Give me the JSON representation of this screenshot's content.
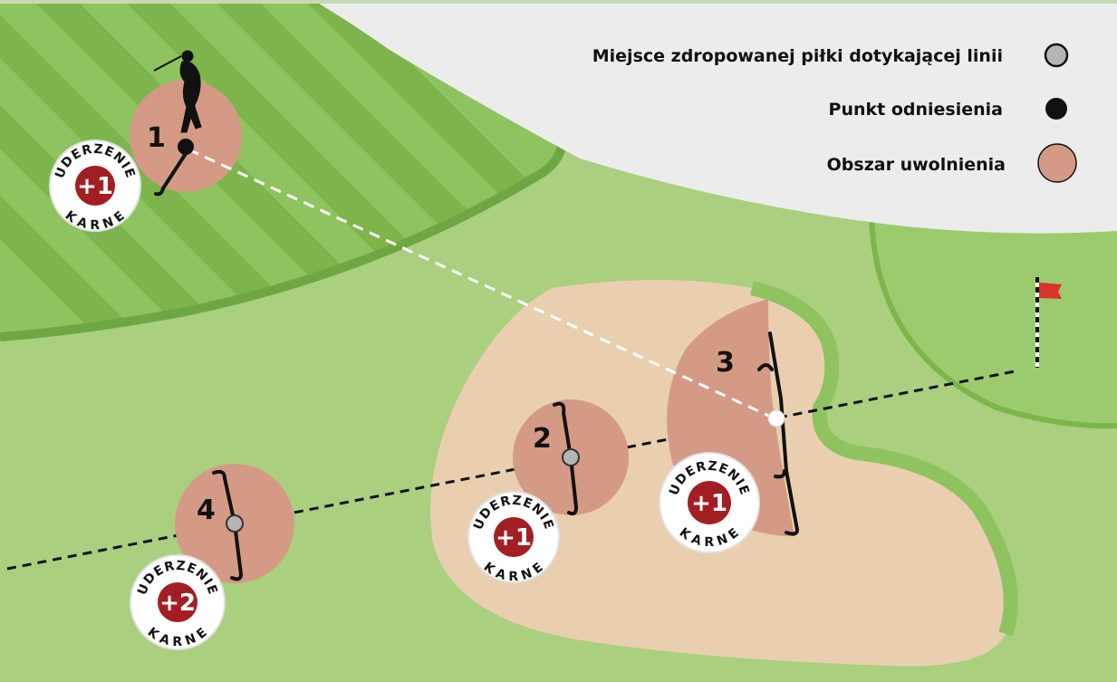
{
  "legend": {
    "dropped_ball_label": "Miejsce zdropowanej piłki dotykającej linii",
    "reference_point_label": "Punkt odniesienia",
    "relief_area_label": "Obszar uwolnienia"
  },
  "options": [
    {
      "number": "1",
      "penalty_top": "UDERZENIE",
      "penalty_value": "+1",
      "penalty_bottom": "KARNE"
    },
    {
      "number": "2",
      "penalty_top": "UDERZENIE",
      "penalty_value": "+1",
      "penalty_bottom": "KARNE"
    },
    {
      "number": "3",
      "penalty_top": "UDERZENIE",
      "penalty_value": "+1",
      "penalty_bottom": "KARNE"
    },
    {
      "number": "4",
      "penalty_top": "UDERZENIE",
      "penalty_value": "+2",
      "penalty_bottom": "KARNE"
    }
  ],
  "colors": {
    "rough": "#a9cf7f",
    "fairway_light": "#8fc35f",
    "fairway_dark": "#7db54c",
    "fairway_border": "#6ea644",
    "green": "#9ccb6e",
    "bunker": "#e9cfb0",
    "bunker_lip": "#8fc35f",
    "relief_area": "#d49a86",
    "legend_bg": "#ececec",
    "penalty_red": "#a31e22",
    "flag_red": "#d8332c",
    "dropped_ball": "#b5b5b5"
  }
}
